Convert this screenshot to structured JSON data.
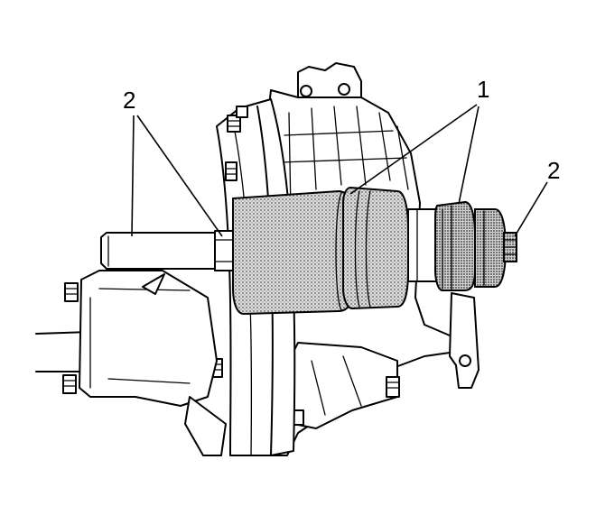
{
  "callouts": {
    "left_label": "2",
    "top_label": "1",
    "right_label": "2"
  },
  "parts": [
    {
      "name": "puller-tool-body",
      "callout": "1"
    },
    {
      "name": "bolt",
      "callout": "2"
    }
  ],
  "colors": {
    "line": "#000000",
    "background": "#ffffff",
    "stipple": "#b8b8b8"
  }
}
